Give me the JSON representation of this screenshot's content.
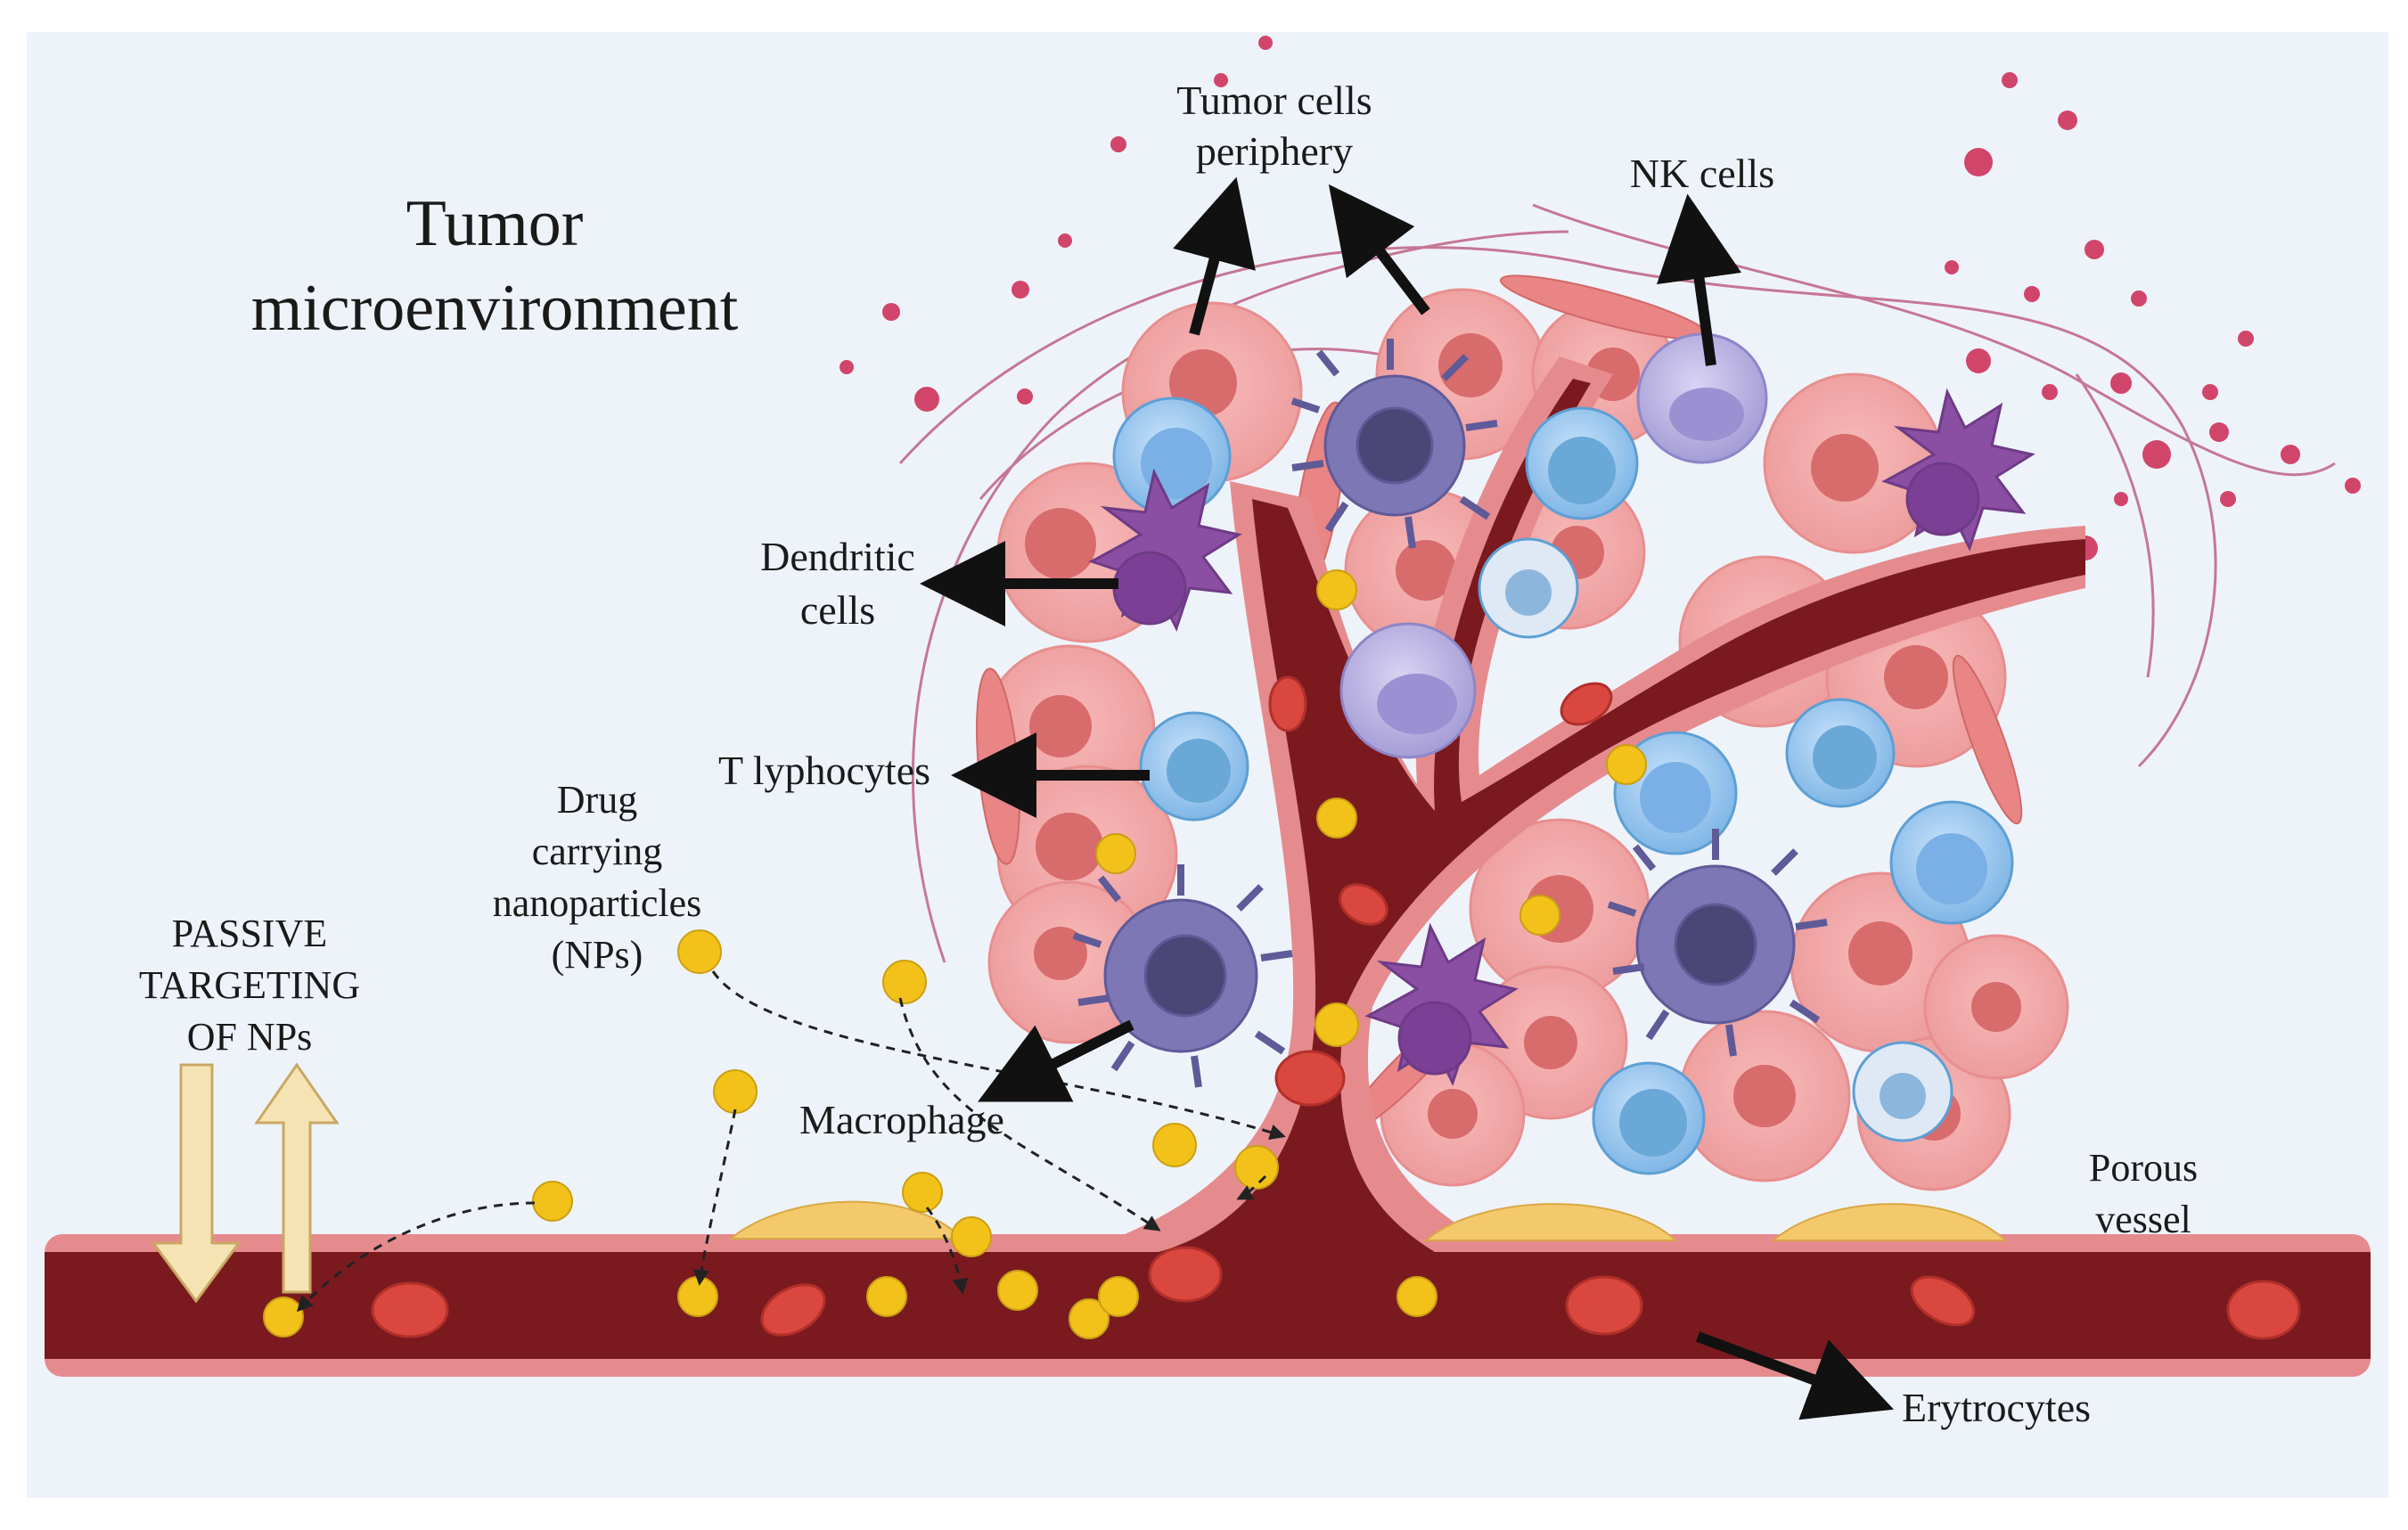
{
  "title": {
    "line1": "Tumor",
    "line2": "microenvironment"
  },
  "labels": {
    "tumor_periphery": [
      "Tumor cells",
      "periphery"
    ],
    "nk_cells": "NK cells",
    "dendritic": [
      "Dendritic",
      "cells"
    ],
    "t_lymphocytes": "T lyphocytes",
    "drug_nps": [
      "Drug",
      "carrying",
      "nanoparticles",
      "(NPs)"
    ],
    "passive": [
      "PASSIVE",
      "TARGETING",
      "OF NPs"
    ],
    "macrophage": "Macrophage",
    "porous_vessel": [
      "Porous",
      "vessel"
    ],
    "erythrocytes": "Erytrocytes"
  },
  "colors": {
    "background": "#eef3fa",
    "vessel_dark": "#7a1a1f",
    "vessel_wall": "#e58b8e",
    "rbc": "#d9473f",
    "tumor_cell": "#f2a3a3",
    "t_cell": "#8fc2ec",
    "nk_cell": "#b7b0e0",
    "dendritic_cell": "#8a4fa3",
    "macrophage": "#7d77b6",
    "nanoparticle": "#f2c21b",
    "endothelial": "#f3c96b",
    "passive_arrow": "#f6e3b4"
  }
}
